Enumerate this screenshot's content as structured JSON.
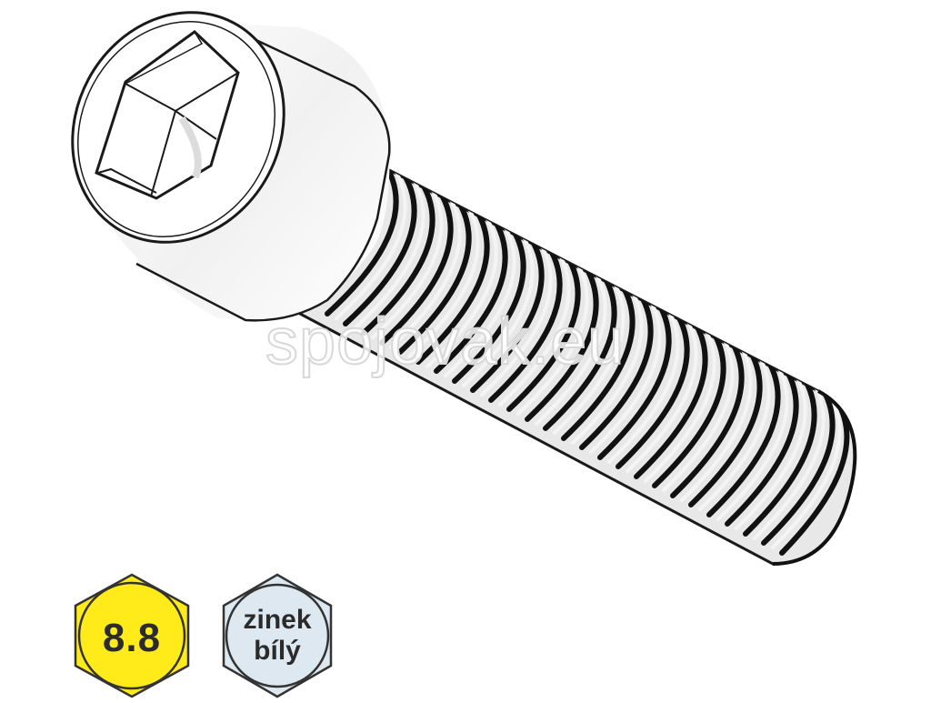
{
  "image": {
    "subject": "socket-head-cap-screw",
    "watermark": "spojovak.eu"
  },
  "badges": [
    {
      "id": "strength-class",
      "lines": [
        "8.8"
      ],
      "fill": "#FFEB1A",
      "stroke": "#333333"
    },
    {
      "id": "finish",
      "lines": [
        "zinek",
        "bílý"
      ],
      "fill": "#DDE8F0",
      "stroke": "#333333"
    }
  ],
  "colors": {
    "outline": "#1a1a1a",
    "body_fill": "#ffffff",
    "thread_dark": "#111111",
    "thread_light": "#e6e6e6",
    "watermark_stroke": "#d8d8d8"
  }
}
